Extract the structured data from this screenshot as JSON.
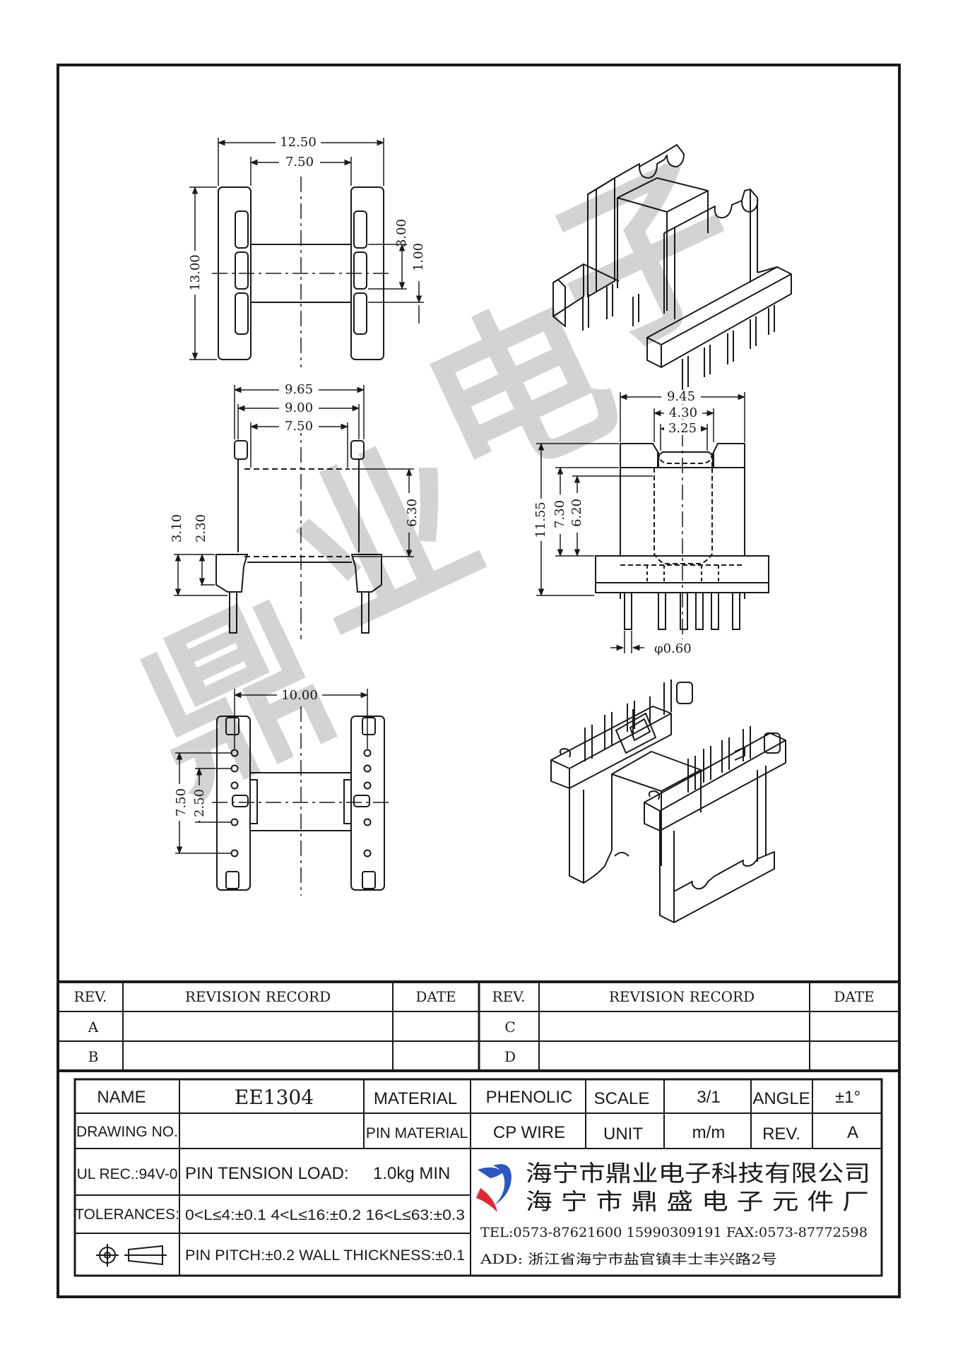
{
  "watermark": [
    "鼎",
    "业",
    "电",
    "子"
  ],
  "dimensions": {
    "top_view": {
      "overall_width": "12.50",
      "inner_width": "7.50",
      "height": "13.00",
      "slot": "3.00",
      "pin_gap": "1.00"
    },
    "front_view": {
      "w1": "9.65",
      "w2": "9.00",
      "w3": "7.50",
      "h_winding": "6.30",
      "h_base1": "3.10",
      "h_base2": "2.30"
    },
    "side_view": {
      "w1": "9.45",
      "w2": "4.30",
      "w3": "3.25",
      "h1": "11.55",
      "h2": "7.30",
      "h3": "6.20",
      "pin_dia": "φ0.60"
    },
    "bottom_view": {
      "pin_row_width": "10.00",
      "h1": "7.50",
      "h2": "2.50"
    }
  },
  "revision_table": {
    "headers": [
      "REV.",
      "REVISION RECORD",
      "DATE",
      "REV.",
      "REVISION RECORD",
      "DATE"
    ],
    "rows_left": [
      "A",
      "B"
    ],
    "rows_right": [
      "C",
      "D"
    ]
  },
  "title_block": {
    "name_label": "NAME",
    "name_value": "EE1304",
    "material_label": "MATERIAL",
    "material_value": "PHENOLIC",
    "scale_label": "SCALE",
    "scale_value": "3/1",
    "angle_label": "ANGLE",
    "angle_value": "±1°",
    "drawing_no_label": "DRAWING NO.",
    "drawing_no_value": "",
    "pin_material_label": "PIN MATERIAL",
    "pin_material_value": "CP WIRE",
    "unit_label": "UNIT",
    "unit_value": "m/m",
    "rev_label": "REV.",
    "rev_value": "A",
    "ul_rec": "UL REC.:94V-0",
    "pin_tension": "PIN  TENSION  LOAD:",
    "pin_tension_value": "1.0kg  MIN",
    "tolerances_label": "TOLERANCES:",
    "tolerances_value": "0<L≤4:±0.1  4<L≤16:±0.2  16<L≤63:±0.3",
    "pin_pitch": "PIN PITCH:±0.2 WALL THICKNESS:±0.1",
    "company_line1": "海宁市鼎业电子科技有限公司",
    "company_line2": "海 宁 市 鼎 盛 电 子 元 件 厂",
    "tel": "TEL:0573-87621600 15990309191  FAX:0573-87772598",
    "address": "ADD: 浙江省海宁市盐官镇丰士丰兴路2号"
  },
  "colors": {
    "line": "#1a1a1a",
    "logo_blue": "#2a56c6",
    "logo_red": "#e0282e"
  }
}
